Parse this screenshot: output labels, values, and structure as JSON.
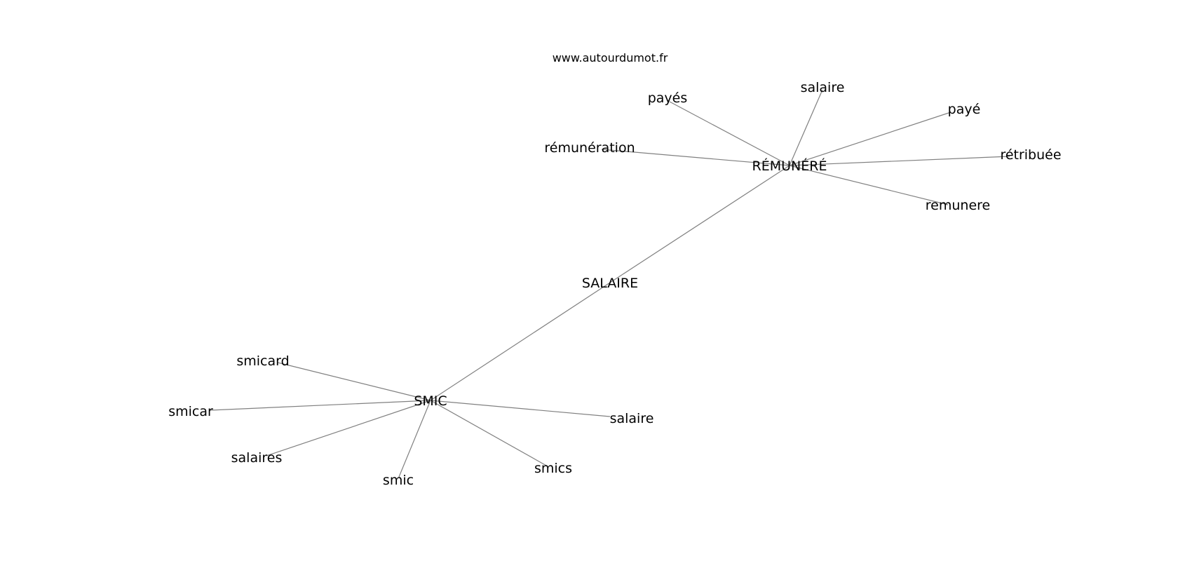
{
  "source": "www.autourdumot.fr",
  "nodes": [
    {
      "id": "salaire-center",
      "label": "SALAIRE"
    },
    {
      "id": "remunere-hub",
      "label": "RÉMUNÉRÉ"
    },
    {
      "id": "smic-hub",
      "label": "SMIC"
    },
    {
      "id": "payes",
      "label": "payés"
    },
    {
      "id": "salaire-top",
      "label": "salaire"
    },
    {
      "id": "paye",
      "label": "payé"
    },
    {
      "id": "remuneration",
      "label": "rémunération"
    },
    {
      "id": "retribuee",
      "label": "rétribuée"
    },
    {
      "id": "remunere-lower",
      "label": "remunere"
    },
    {
      "id": "smicard",
      "label": "smicard"
    },
    {
      "id": "smicar",
      "label": "smicar"
    },
    {
      "id": "salaires",
      "label": "salaires"
    },
    {
      "id": "smic",
      "label": "smic"
    },
    {
      "id": "smics",
      "label": "smics"
    },
    {
      "id": "salaire-bottom",
      "label": "salaire"
    }
  ],
  "edges": [
    [
      "salaire-center",
      "remunere-hub"
    ],
    [
      "salaire-center",
      "smic-hub"
    ],
    [
      "remunere-hub",
      "payes"
    ],
    [
      "remunere-hub",
      "salaire-top"
    ],
    [
      "remunere-hub",
      "paye"
    ],
    [
      "remunere-hub",
      "remuneration"
    ],
    [
      "remunere-hub",
      "retribuee"
    ],
    [
      "remunere-hub",
      "remunere-lower"
    ],
    [
      "smic-hub",
      "smicard"
    ],
    [
      "smic-hub",
      "smicar"
    ],
    [
      "smic-hub",
      "salaires"
    ],
    [
      "smic-hub",
      "smic"
    ],
    [
      "smic-hub",
      "smics"
    ],
    [
      "smic-hub",
      "salaire-bottom"
    ]
  ]
}
